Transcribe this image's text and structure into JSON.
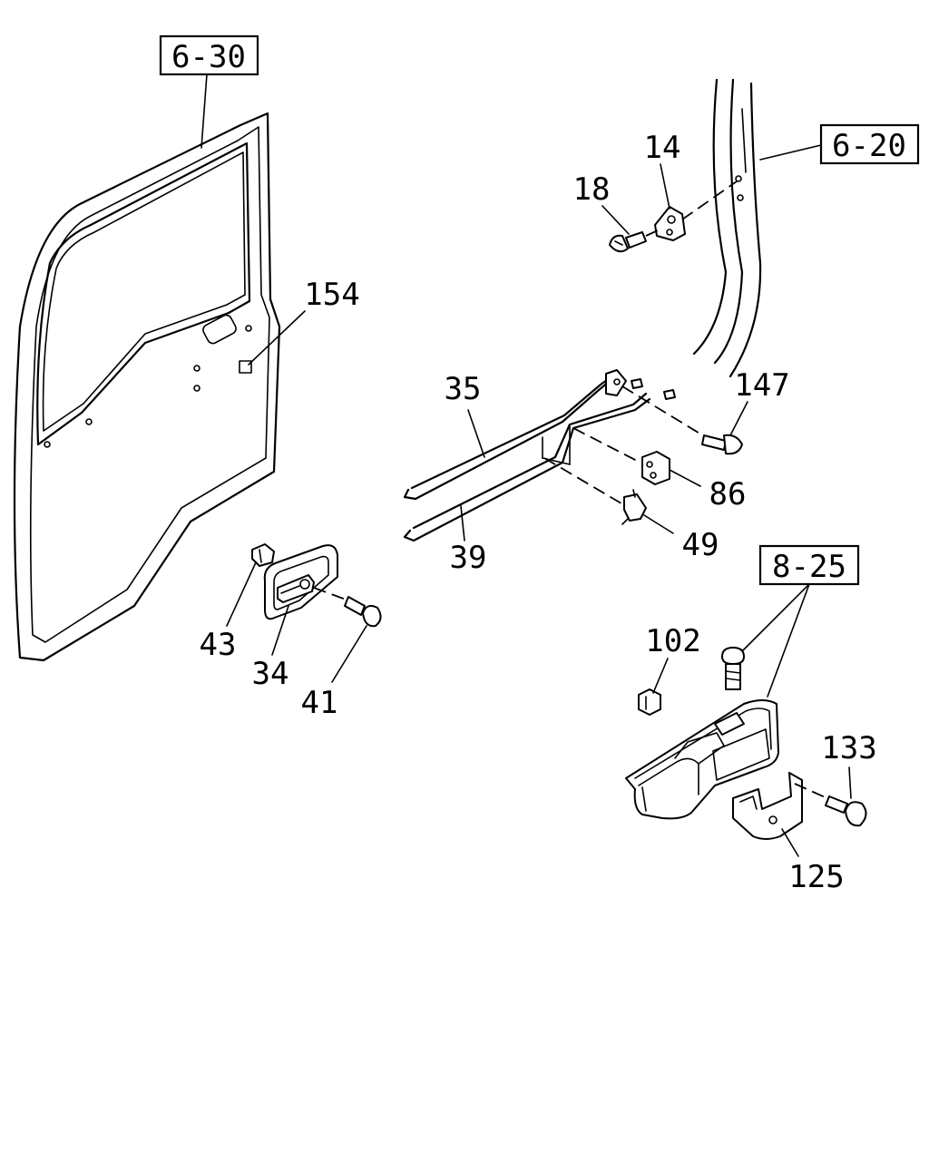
{
  "references": {
    "door_panel": "6-30",
    "body_pillar": "6-20",
    "switch_assembly": "8-25"
  },
  "callouts": {
    "p14": "14",
    "p18": "18",
    "p154": "154",
    "p35": "35",
    "p147": "147",
    "p86": "86",
    "p49": "49",
    "p39": "39",
    "p43": "43",
    "p34": "34",
    "p41": "41",
    "p102": "102",
    "p133": "133",
    "p125": "125"
  }
}
